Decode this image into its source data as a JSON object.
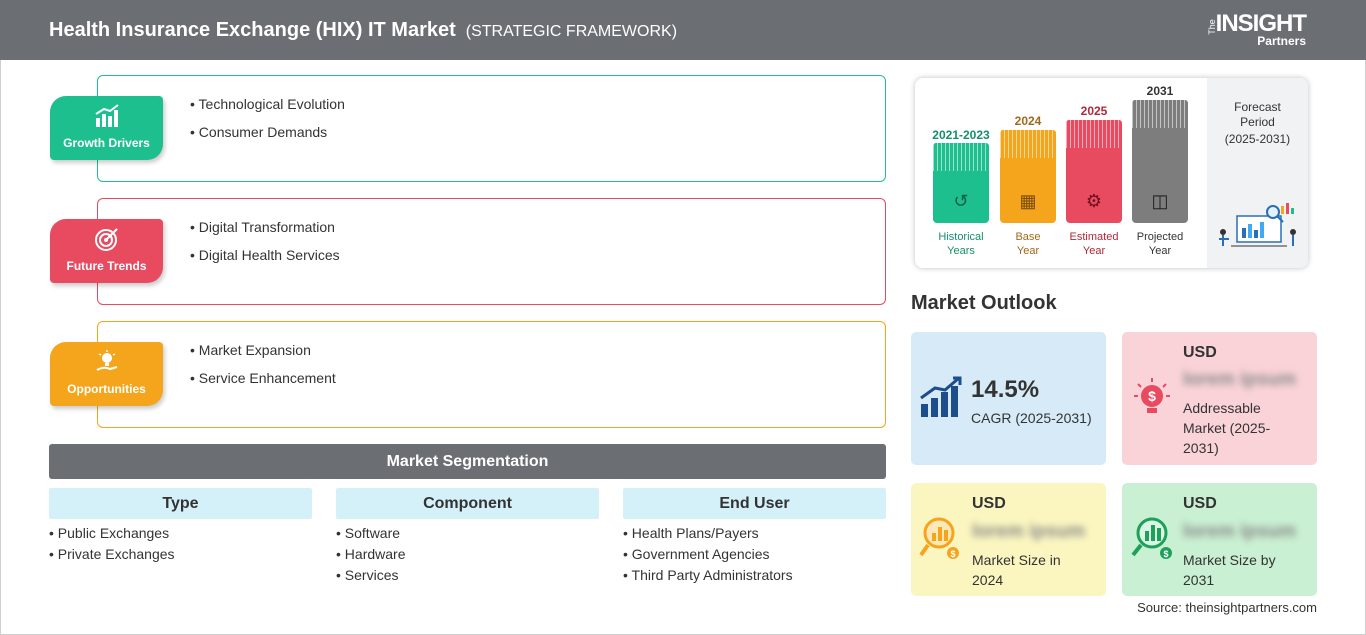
{
  "header": {
    "title": "Health Insurance Exchange (HIX) IT Market",
    "subtitle": "(STRATEGIC FRAMEWORK)",
    "logo_the": "The",
    "logo_main": "INSIGHT",
    "logo_partners": "Partners"
  },
  "strategy": [
    {
      "label": "Growth Drivers",
      "icon": "bar-chart-icon",
      "color": "#1ebf8f",
      "points": [
        "Technological Evolution",
        "Consumer Demands"
      ]
    },
    {
      "label": "Future Trends",
      "icon": "target-icon",
      "color": "#e84a5f",
      "points": [
        "Digital Transformation",
        "Digital Health Services"
      ]
    },
    {
      "label": "Opportunities",
      "icon": "lightbulb-hand-icon",
      "color": "#f4a51c",
      "points": [
        "Market Expansion",
        "Service Enhancement"
      ]
    }
  ],
  "segmentation": {
    "title": "Market Segmentation",
    "columns": [
      {
        "heading": "Type",
        "items": [
          "Public Exchanges",
          "Private Exchanges"
        ]
      },
      {
        "heading": "Component",
        "items": [
          "Software",
          "Hardware",
          "Services"
        ]
      },
      {
        "heading": "End User",
        "items": [
          "Health Plans/Payers",
          "Government Agencies",
          "Third Party Administrators"
        ]
      }
    ]
  },
  "timeline": {
    "bars": [
      {
        "year": "2021-2023",
        "label_line1": "Historical",
        "label_line2": "Years",
        "color": "#1ebf8f",
        "year_color": "#158f6b"
      },
      {
        "year": "2024",
        "label_line1": "Base",
        "label_line2": "Year",
        "color": "#f4a51c",
        "year_color": "#a0681a"
      },
      {
        "year": "2025",
        "label_line1": "Estimated",
        "label_line2": "Year",
        "color": "#e84a5f",
        "year_color": "#b0283a"
      },
      {
        "year": "2031",
        "label_line1": "Projected",
        "label_line2": "Year",
        "color": "#7d7d7d",
        "year_color": "#333333"
      }
    ],
    "forecast_title_1": "Forecast",
    "forecast_title_2": "Period",
    "forecast_period": "(2025-2031)"
  },
  "outlook": {
    "title": "Market Outlook",
    "cagr": {
      "value": "14.5%",
      "label": "CAGR (2025-2031)",
      "bg": "#d6ebf7"
    },
    "addressable": {
      "usd": "USD",
      "blurred": "lorem ipsum",
      "line1": "Addressable",
      "line2": "Market (2025-",
      "line3": "2031)",
      "bg": "#f9d3d8"
    },
    "size2024": {
      "usd": "USD",
      "blurred": "lorem ipsum",
      "line1": "Market Size in",
      "line2": "2024",
      "bg": "#fbf6c0"
    },
    "size2031": {
      "usd": "USD",
      "blurred": "lorem ipsum",
      "line1": "Market Size by",
      "line2": "2031",
      "bg": "#c9f0d2"
    }
  },
  "source": "Source: theinsightpartners.com"
}
